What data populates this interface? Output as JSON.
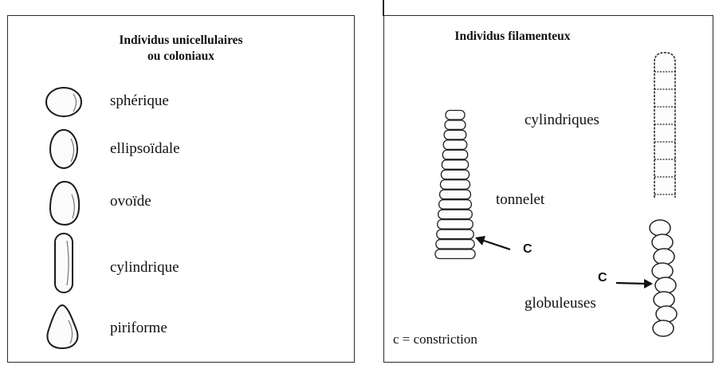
{
  "left_panel": {
    "title_line1": "Individus unicellulaires",
    "title_line2": "ou coloniaux",
    "items": [
      {
        "label": "sphérique",
        "icon": "spherical-cell-icon"
      },
      {
        "label": "ellipsoïdale",
        "icon": "ellipsoidal-cell-icon"
      },
      {
        "label": "ovoïde",
        "icon": "ovoid-cell-icon"
      },
      {
        "label": "cylindrique",
        "icon": "cylindrical-cell-icon"
      },
      {
        "label": "piriforme",
        "icon": "pyriform-cell-icon"
      }
    ]
  },
  "right_panel": {
    "title": "Individus filamenteux",
    "labels": {
      "cylindriques": "cylindriques",
      "tonnelet": "tonnelet",
      "globuleuses": "globuleuses"
    },
    "constriction_marker": "C",
    "legend": "c = constriction"
  }
}
